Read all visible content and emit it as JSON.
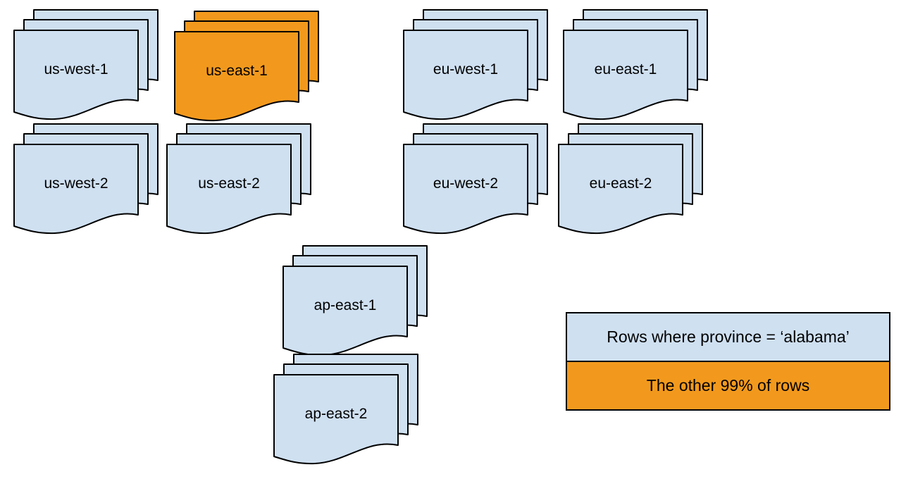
{
  "diagram": {
    "description_colors": {
      "sheet_blue": "#cfe0f1",
      "sheet_orange": "#f2991d",
      "outline": "#000000",
      "background": "#ffffff"
    },
    "stacks": [
      {
        "label": "us-west-1",
        "variant": "blue"
      },
      {
        "label": "us-east-1",
        "variant": "orange"
      },
      {
        "label": "eu-west-1",
        "variant": "blue"
      },
      {
        "label": "eu-east-1",
        "variant": "blue"
      },
      {
        "label": "us-west-2",
        "variant": "blue"
      },
      {
        "label": "us-east-2",
        "variant": "blue"
      },
      {
        "label": "eu-west-2",
        "variant": "blue"
      },
      {
        "label": "eu-east-2",
        "variant": "blue"
      },
      {
        "label": "ap-east-1",
        "variant": "blue"
      },
      {
        "label": "ap-east-2",
        "variant": "blue"
      }
    ],
    "legend": {
      "items": [
        {
          "label": "Rows where province = ‘alabama’",
          "variant": "blue"
        },
        {
          "label": "The other 99% of rows",
          "variant": "orange"
        }
      ]
    }
  }
}
